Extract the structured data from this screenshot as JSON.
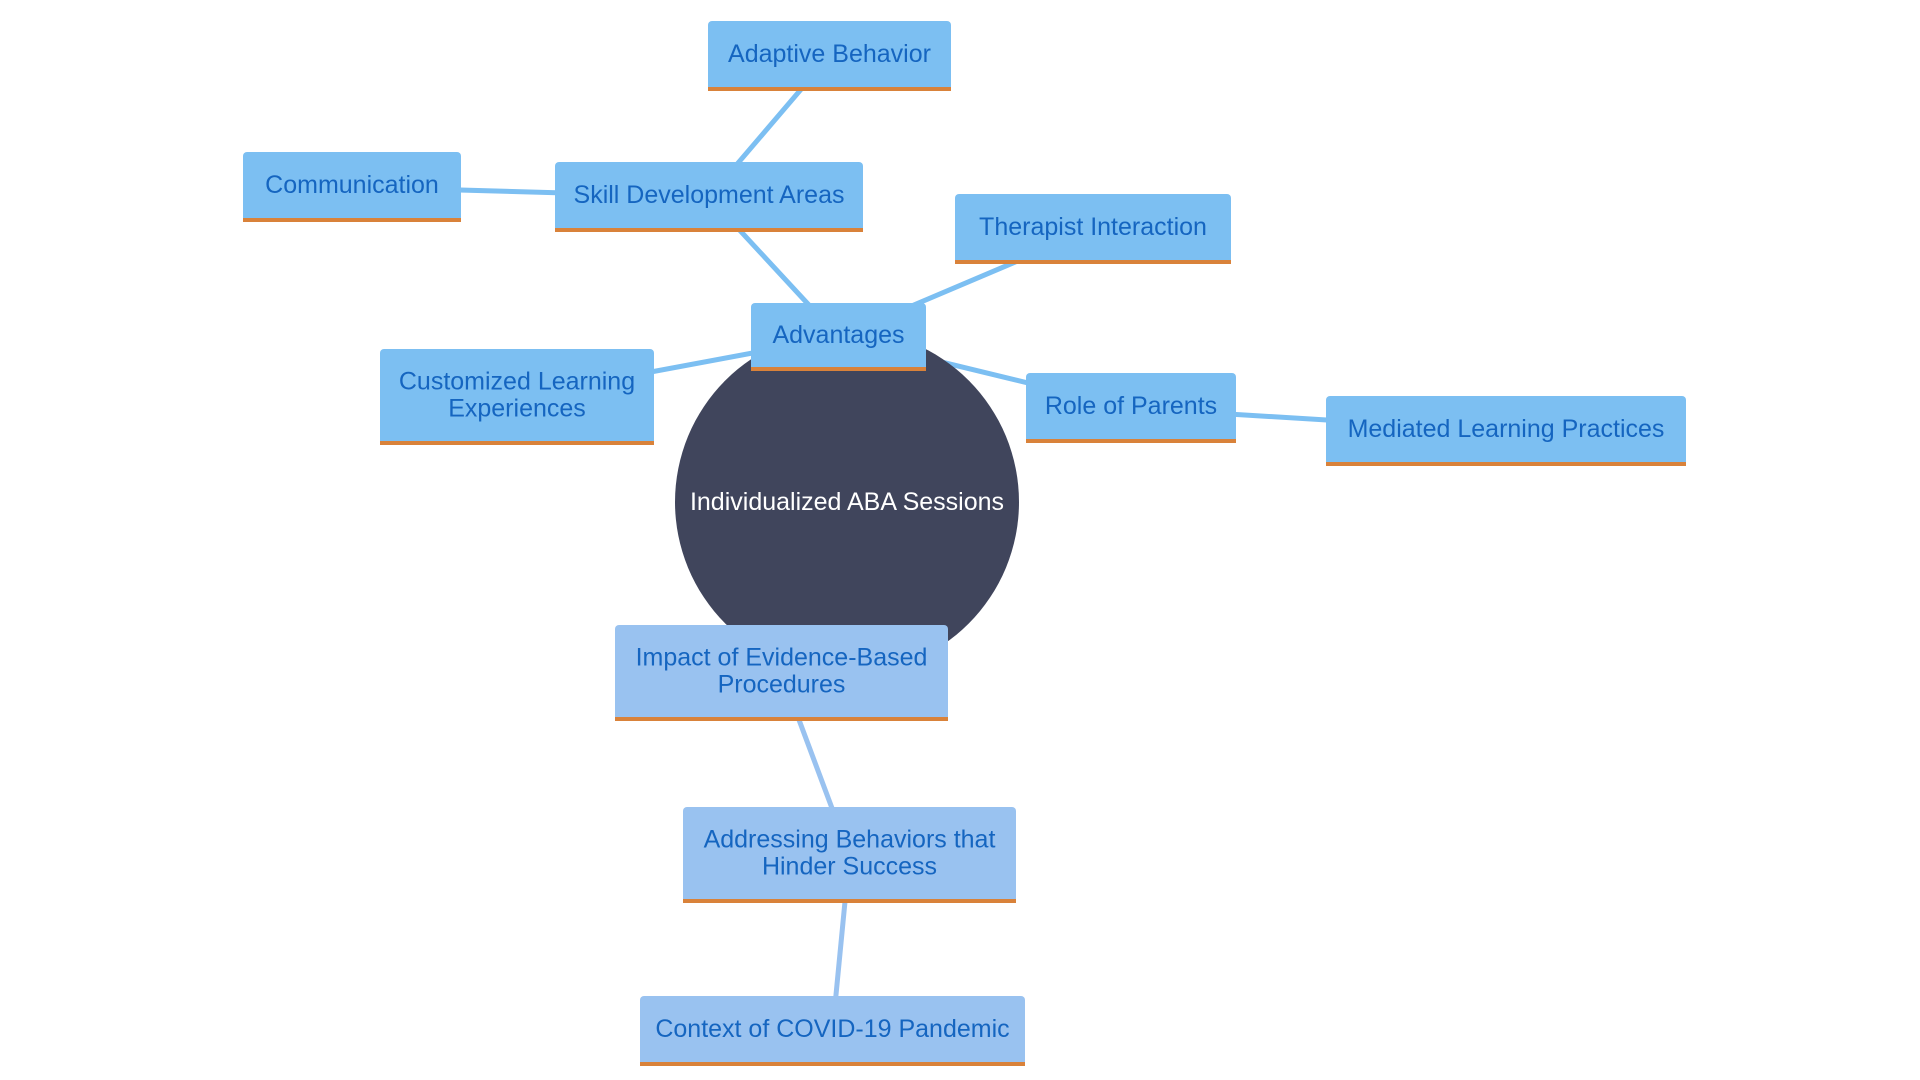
{
  "diagram": {
    "type": "mindmap",
    "colors": {
      "background": "#ffffff",
      "center_fill": "#40455c",
      "center_text": "#ffffff",
      "node_fill_primary": "#7cbff2",
      "node_fill_secondary": "#99c2f0",
      "node_text": "#1565c0",
      "node_underline": "#d9823a",
      "edge_primary": "#7cbff2",
      "edge_secondary": "#99c2f0"
    },
    "root": {
      "id": "root",
      "label": "Individualized ABA Sessions"
    },
    "nodes": [
      {
        "id": "advantages",
        "parent": "root",
        "style": "primary",
        "lines": [
          "Advantages"
        ]
      },
      {
        "id": "skill",
        "parent": "advantages",
        "style": "primary",
        "lines": [
          "Skill Development Areas"
        ]
      },
      {
        "id": "adaptive",
        "parent": "skill",
        "style": "primary",
        "lines": [
          "Adaptive Behavior"
        ]
      },
      {
        "id": "communication",
        "parent": "skill",
        "style": "primary",
        "lines": [
          "Communication"
        ]
      },
      {
        "id": "therapist",
        "parent": "advantages",
        "style": "primary",
        "lines": [
          "Therapist Interaction"
        ]
      },
      {
        "id": "customized",
        "parent": "advantages",
        "style": "primary",
        "lines": [
          "Customized Learning",
          "Experiences"
        ]
      },
      {
        "id": "parents",
        "parent": "advantages",
        "style": "primary",
        "lines": [
          "Role of Parents"
        ]
      },
      {
        "id": "mediated",
        "parent": "parents",
        "style": "primary",
        "lines": [
          "Mediated Learning Practices"
        ]
      },
      {
        "id": "impact",
        "parent": "root",
        "style": "secondary",
        "lines": [
          "Impact of Evidence-Based",
          "Procedures"
        ]
      },
      {
        "id": "addressing",
        "parent": "impact",
        "style": "secondary",
        "lines": [
          "Addressing Behaviors that",
          "Hinder Success"
        ]
      },
      {
        "id": "covid",
        "parent": "addressing",
        "style": "secondary",
        "lines": [
          "Context of COVID-19 Pandemic"
        ]
      }
    ]
  }
}
